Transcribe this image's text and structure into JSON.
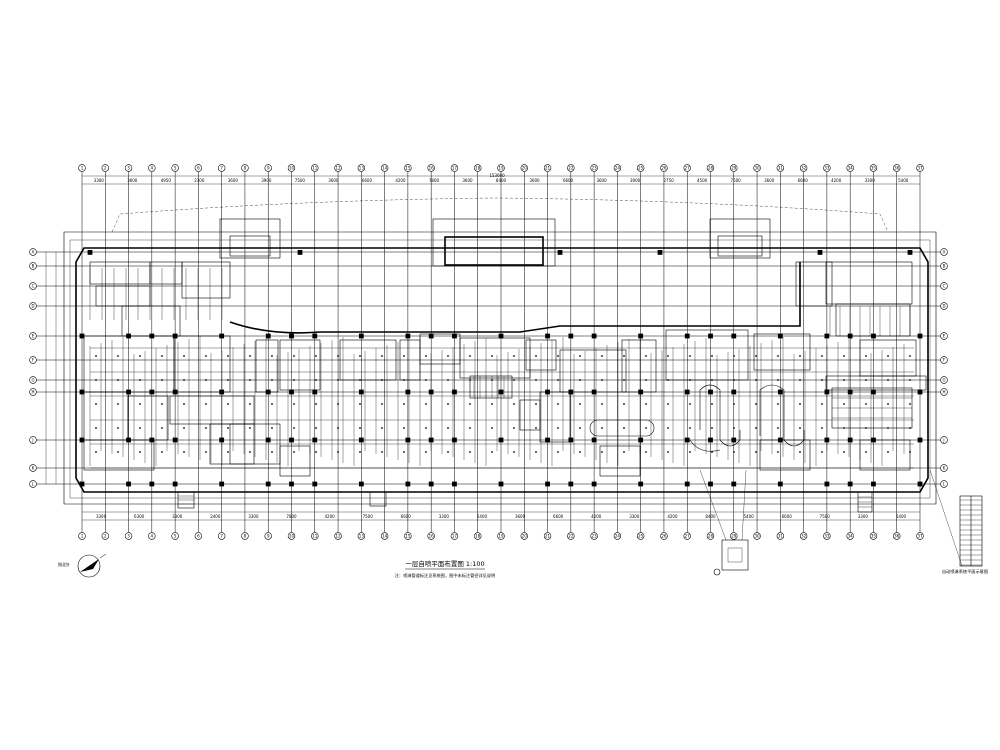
{
  "drawing": {
    "title": "一层自喷平面布置图 1:100",
    "note": "注：喷淋管道标注见系统图，图中未标注管径详见说明",
    "north_label": "指北针",
    "detail_label": "自动喷淋系统平面示意图",
    "overall_dim": "153000",
    "grid_labels": [
      "1",
      "2",
      "3",
      "4",
      "5",
      "6",
      "7",
      "8",
      "9",
      "10",
      "11",
      "12",
      "13",
      "14",
      "15",
      "16",
      "17",
      "18",
      "19",
      "20",
      "21",
      "22",
      "23",
      "24",
      "25",
      "26",
      "27",
      "28",
      "29",
      "30",
      "31",
      "32",
      "33",
      "34",
      "35",
      "36",
      "37"
    ],
    "row_labels": [
      "A",
      "B",
      "C",
      "D",
      "E",
      "F",
      "G",
      "H",
      "J",
      "K",
      "L"
    ],
    "top_dims": [
      "3300",
      "3600",
      "4950",
      "2300",
      "3600",
      "3900",
      "7500",
      "3600",
      "6600",
      "4200",
      "7800",
      "3600",
      "8400",
      "3600",
      "6600",
      "3600",
      "3900",
      "2750",
      "4500",
      "7500",
      "3600",
      "6600",
      "4200",
      "3300",
      "5400"
    ],
    "bottom_dims": [
      "3300",
      "6300",
      "3300",
      "2400",
      "3300",
      "7800",
      "4200",
      "7500",
      "6600",
      "3300",
      "5400",
      "3600",
      "6600",
      "4200",
      "3300",
      "4200",
      "8400",
      "5400",
      "6600",
      "7500",
      "3300",
      "5400"
    ]
  }
}
